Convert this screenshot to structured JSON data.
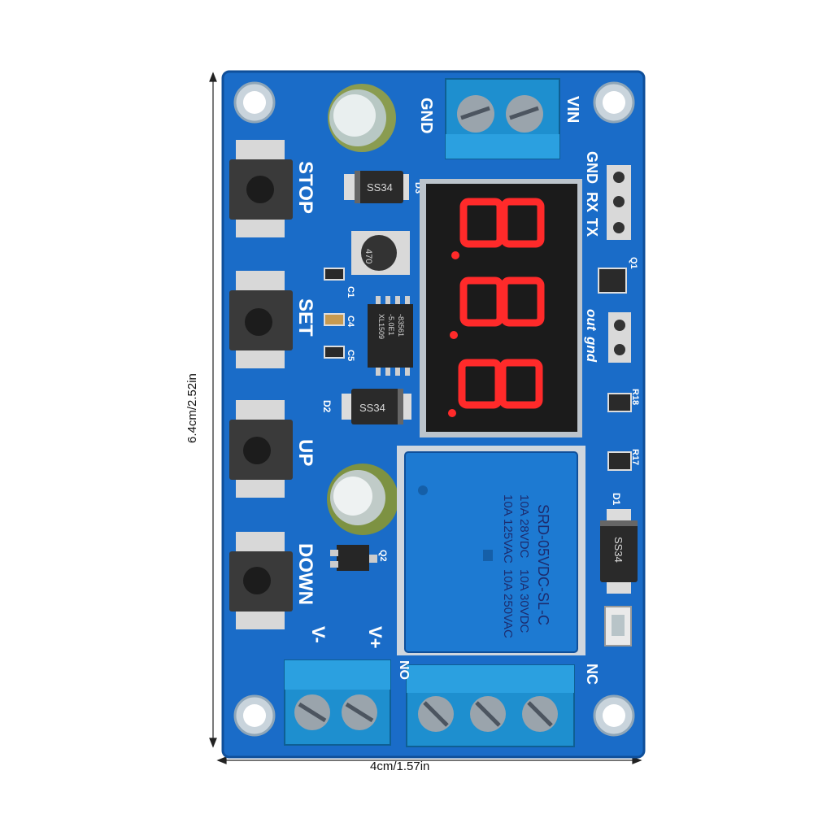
{
  "dimensions": {
    "width_label": "4cm/1.57in",
    "height_label": "6.4cm/2.52in"
  },
  "board": {
    "pcb_color": "#1a6cc8",
    "buttons": [
      {
        "label": "STOP"
      },
      {
        "label": "SET"
      },
      {
        "label": "UP"
      },
      {
        "label": "DOWN"
      }
    ],
    "power_terminal": {
      "gnd": "GND",
      "vin": "VIN"
    },
    "uart_header": {
      "gnd": "GND",
      "rx": "RX",
      "tx": "TX"
    },
    "out_header": {
      "out": "out",
      "gnd": "gnd"
    },
    "load_terminal": {
      "vminus": "V-",
      "vplus": "V+"
    },
    "relay_terminal": {
      "no": "NO",
      "nc": "NC"
    },
    "display": {
      "digits": [
        "8",
        "8",
        "8"
      ],
      "color": "#ff2a2a"
    },
    "diodes": {
      "d3": "SS34",
      "d2": "SS34",
      "d1": "SS34",
      "d3_ref": "D3",
      "d2_ref": "D2",
      "d1_ref": "D1"
    },
    "capacitor_small": "470",
    "ic": {
      "line1": "XL1509",
      "line2": "-5.0E1",
      "line3": "-83561"
    },
    "cap_refs": {
      "c1": "C1",
      "c4": "C4",
      "c5": "C5"
    },
    "resistor_refs": {
      "r18": "R18",
      "r17": "R17",
      "q1": "Q1",
      "q2": "Q2"
    },
    "relay": {
      "line1": "10A 125VAC",
      "line2": "10A 28VDC",
      "line3": "SRD-05VDC-SL-C",
      "line4": "10A 250VAC",
      "line5": "10A 30VDC"
    }
  }
}
